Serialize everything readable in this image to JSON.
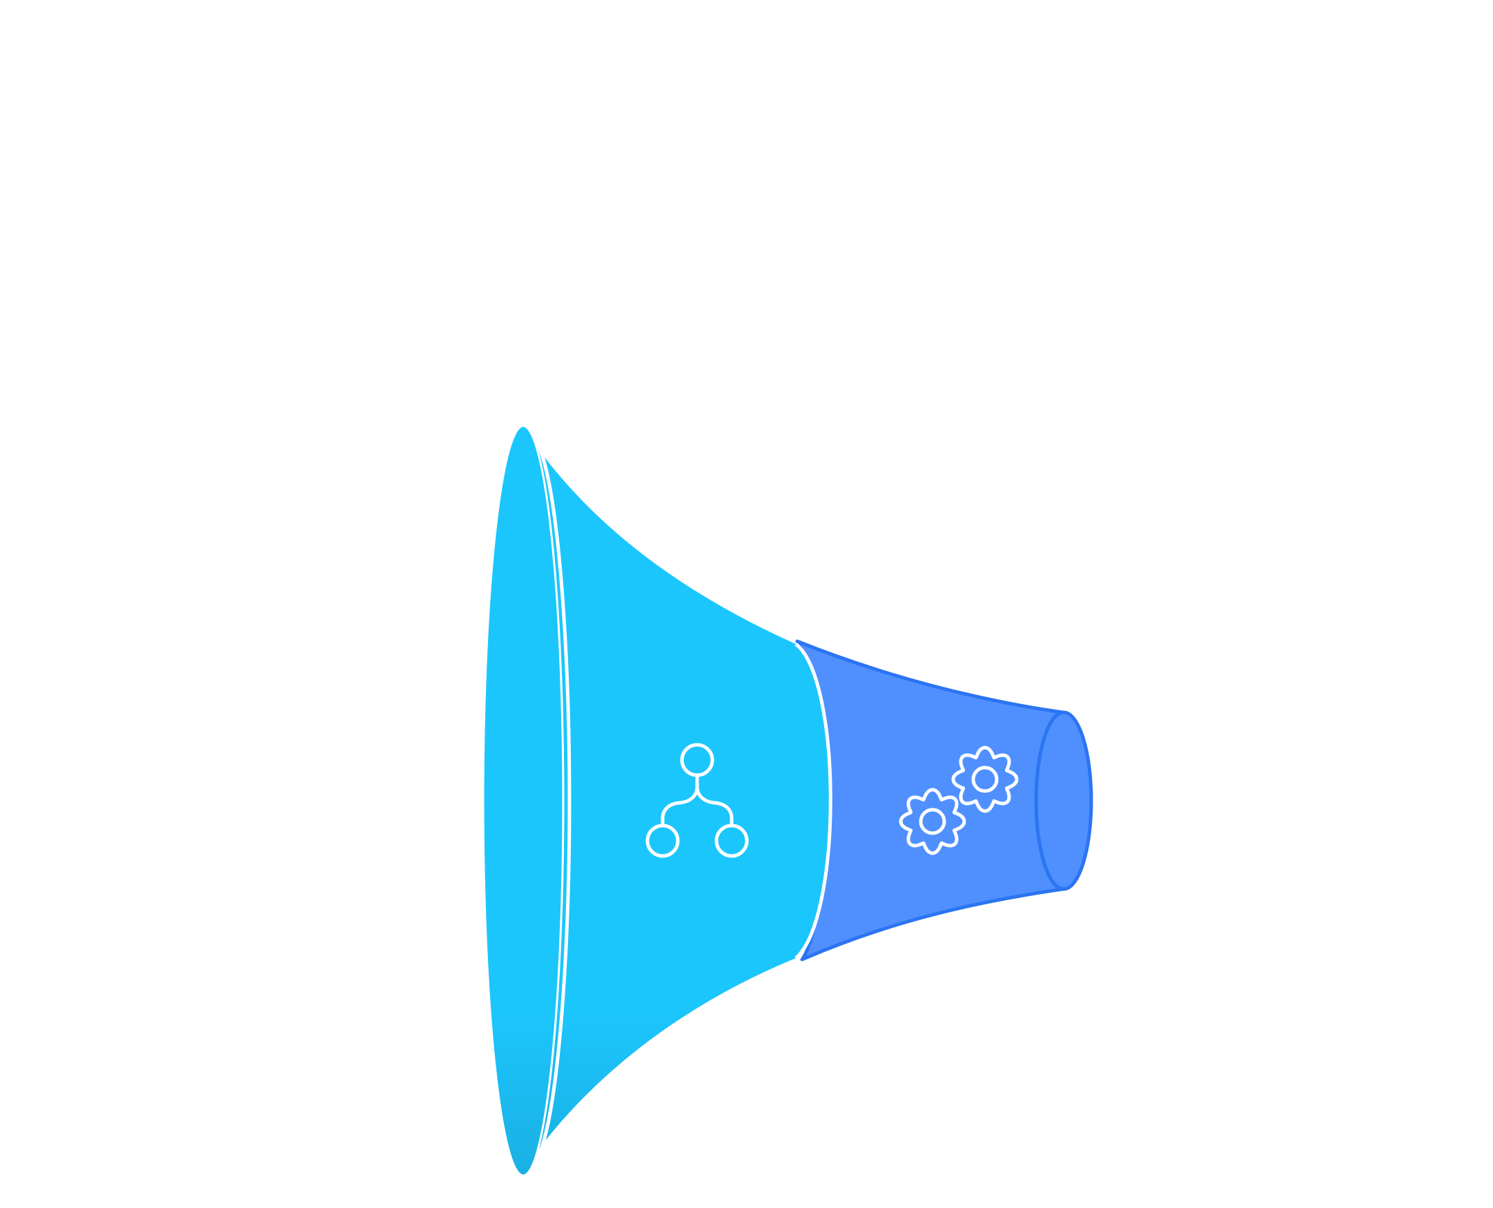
{
  "diagram": {
    "type": "funnel",
    "orientation": "horizontal",
    "stages": [
      {
        "id": "stage-1",
        "icon": "hierarchy-icon",
        "color": "#1BC6FD"
      },
      {
        "id": "stage-2",
        "icon": "gears-icon",
        "color": "#4F90FE"
      }
    ],
    "colors": {
      "background": "#FFFFFF",
      "stage_outline": "#FFFFFF",
      "narrow_outline": "#2B74F2",
      "icon_stroke": "#FFFFFF"
    }
  }
}
